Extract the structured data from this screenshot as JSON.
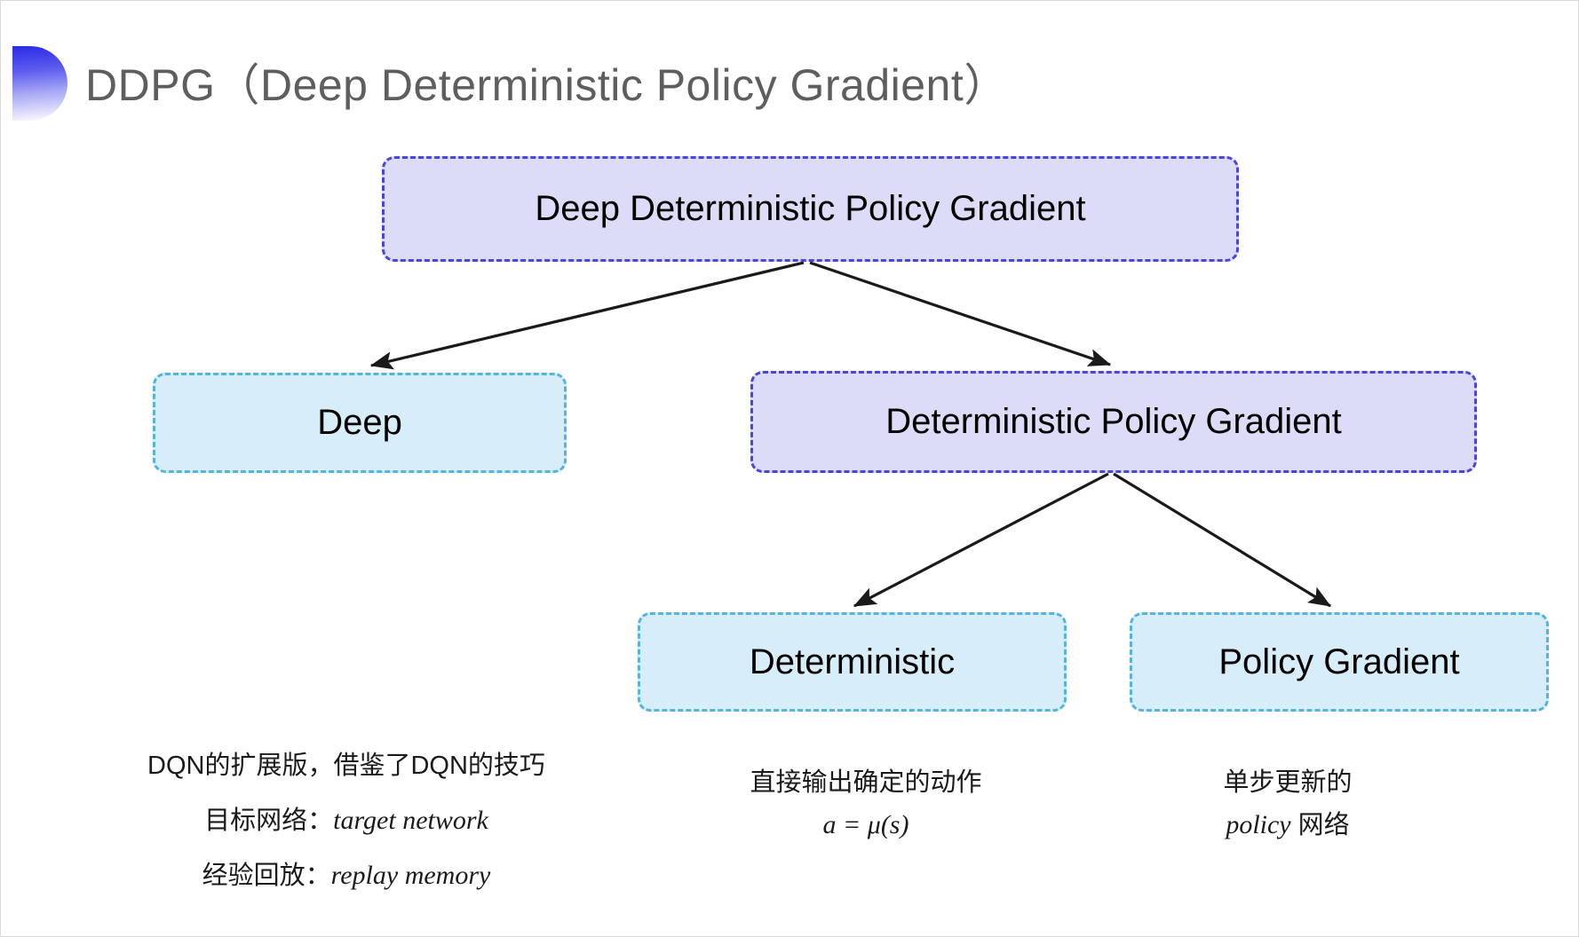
{
  "slide": {
    "title": "DDPG（Deep Deterministic Policy Gradient）",
    "background_color": "#ffffff",
    "bullet_icon": "half-circle-gradient-icon"
  },
  "colors": {
    "purple_fill": "#dcdcf9",
    "purple_border": "#4a45dd",
    "cyan_fill": "#d7eefa",
    "cyan_border": "#54b3e0",
    "title_text": "#5e5e5e",
    "arrow": "#1a1a1a",
    "body_text": "#1a1a1a"
  },
  "diagram": {
    "type": "tree",
    "nodes": [
      {
        "id": "root",
        "label": "Deep Deterministic Policy Gradient",
        "style": "purple",
        "level": 0
      },
      {
        "id": "deep",
        "label": "Deep",
        "style": "cyan",
        "level": 1
      },
      {
        "id": "dpg",
        "label": "Deterministic Policy Gradient",
        "style": "purple",
        "level": 1
      },
      {
        "id": "det",
        "label": "Deterministic",
        "style": "cyan",
        "level": 2
      },
      {
        "id": "pg",
        "label": "Policy Gradient",
        "style": "cyan",
        "level": 2
      }
    ],
    "edges": [
      {
        "from": "root",
        "to": "deep"
      },
      {
        "from": "root",
        "to": "dpg"
      },
      {
        "from": "dpg",
        "to": "det"
      },
      {
        "from": "dpg",
        "to": "pg"
      }
    ]
  },
  "annotations": {
    "deep": {
      "line1": "DQN的扩展版，借鉴了DQN的技巧",
      "line2_label": "目标网络：",
      "line2_term": "target network",
      "line3_label": "经验回放：",
      "line3_term": "replay memory"
    },
    "deterministic": {
      "line1": "直接输出确定的动作",
      "formula": "a = μ(s)"
    },
    "policy_gradient": {
      "line1": "单步更新的",
      "line2_term": "policy",
      "line2_suffix": " 网络"
    }
  }
}
